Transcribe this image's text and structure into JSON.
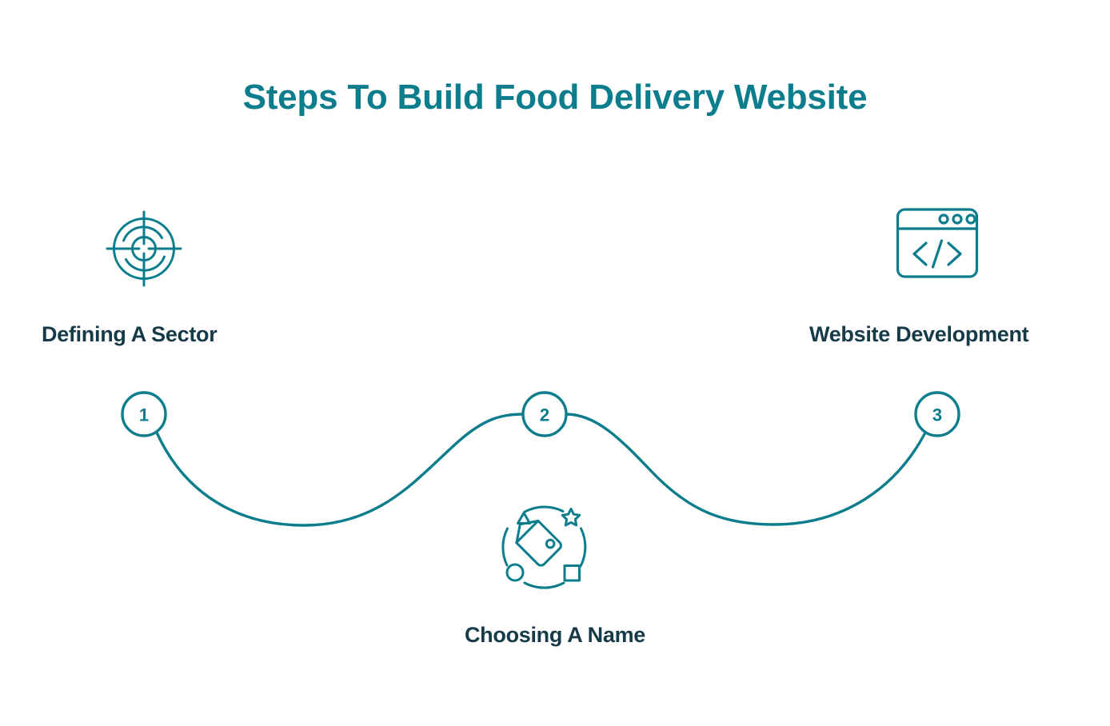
{
  "page": {
    "title": "Steps To Build Food Delivery Website",
    "background_color": "#ffffff"
  },
  "theme": {
    "accent_teal": "#0b7d8c",
    "label_navy": "#163a47",
    "stroke_width": 3
  },
  "steps": [
    {
      "number": "1",
      "label": "Defining A Sector",
      "icon": "target-icon",
      "node_position": "left",
      "label_position": "above"
    },
    {
      "number": "2",
      "label": "Choosing A Name",
      "icon": "price-tag-icon",
      "node_position": "center",
      "label_position": "below"
    },
    {
      "number": "3",
      "label": "Website Development",
      "icon": "browser-code-icon",
      "node_position": "right",
      "label_position": "above"
    }
  ],
  "connector": {
    "type": "wave-curve",
    "description": "S-shaped sine wave linking step node 1 to 2 to 3"
  }
}
